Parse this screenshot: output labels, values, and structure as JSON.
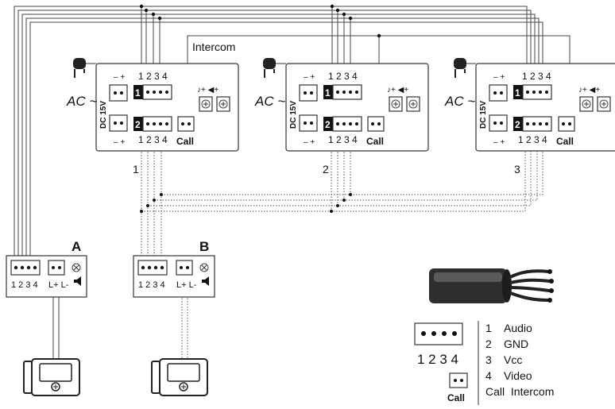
{
  "intercom_label": "Intercom",
  "monitors": [
    {
      "number": "1",
      "ac": "AC ~",
      "dc": "DC 15V",
      "call": "Call",
      "pins": "1 2 3 4",
      "p1": "1",
      "p2": "2",
      "polarity_top": "– +",
      "polarity_bottom": "– +"
    },
    {
      "number": "2",
      "ac": "AC ~",
      "dc": "DC 15V",
      "call": "Call",
      "pins": "1 2 3 4",
      "p1": "1",
      "p2": "2",
      "polarity_top": "– +",
      "polarity_bottom": "– +"
    },
    {
      "number": "3",
      "ac": "AC ~",
      "dc": "DC 15V",
      "call": "Call",
      "pins": "1 2 3 4",
      "p1": "1",
      "p2": "2",
      "polarity_top": "– +",
      "polarity_bottom": "– +"
    }
  ],
  "panels": [
    {
      "letter": "A",
      "pins": "1 2 3 4",
      "lock": "L+ L-"
    },
    {
      "letter": "B",
      "pins": "1 2 3 4",
      "lock": "L+ L-"
    }
  ],
  "legend": {
    "pins": "1 2 3 4",
    "call": "Call",
    "items": [
      {
        "num": "1",
        "label": "Audio"
      },
      {
        "num": "2",
        "label": "GND"
      },
      {
        "num": "3",
        "label": "Vcc"
      },
      {
        "num": "4",
        "label": "Video"
      }
    ],
    "call_item": "Call  Intercom"
  }
}
